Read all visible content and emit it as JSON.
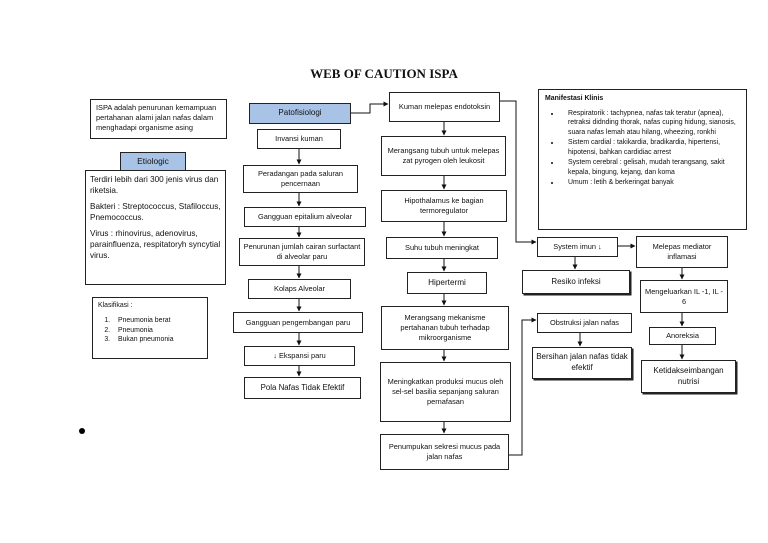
{
  "title": "WEB OF CAUTION ISPA",
  "definition": "ISPA adalah penurunan kemampuan pertahanan alami jalan nafas dalam menghadapi organisme asing",
  "etiologic": {
    "label": "Etiologic",
    "paragraphs": [
      "Terdiri lebih dari 300 jenis virus dan riketsia.",
      "Bakteri : Streptococcus, Stafiloccus, Pnemococcus.",
      "Virus : rhinovirus, adenovirus, parainfluenza, respitatoryh syncytial virus."
    ]
  },
  "klasifikasi": {
    "label": "Klasifikasi :",
    "items": [
      "Pneumonia berat",
      "Pneumonia",
      "Bukan pneumonia"
    ]
  },
  "patofisiologi": {
    "label": "Patofisiologi",
    "steps": [
      "Invansi kuman",
      "Peradangan pada saluran pencernaan",
      "Gangguan epitalium alveolar",
      "Penurunan jumlah cairan surfactant di alveolar paru",
      "Kolaps Alveolar",
      "Gangguan pengembangan paru",
      "↓ Ekspansi paru",
      "Pola Nafas Tidak Efektif"
    ]
  },
  "middle": [
    "Kuman melepas endotoksin",
    "Merangsang tubuh untuk melepas zat pyrogen  oleh leukosit",
    "Hipothalamus ke bagian termoregulator",
    "Suhu tubuh meningkat",
    "Hipertermi",
    "Merangsang mekanisme pertahanan tubuh terhadap mikroorganisme",
    "Meningkatkan produksi mucus oleh sel-sel basilia sepanjang saluran pernafasan",
    "Penumpukan sekresi mucus pada jalan nafas"
  ],
  "right": {
    "system_imun": "System imun ↓",
    "resiko_infeksi": "Resiko infeksi",
    "obstruksi": "Obstruksi jalan nafas",
    "bersihan": "Bersihan jalan nafas tidak efektif",
    "melepas_mediator": "Melepas mediator inflamasi",
    "mengeluarkan": "Mengeluarkan IL -1, IL - 6",
    "anoreksia": "Anoreksia",
    "ketidakseimbangan": "Ketidakseimbangan nutrisi"
  },
  "manifestasi": {
    "label": "Manifestasi Klinis",
    "items": [
      "Respiratorik : tachypnea, nafas tak teratur (apnea), retraksi didnding thorak, nafas cuping hidung, sianosis, suara nafas lemah atau hilang, wheezing, ronkhi",
      "Sistem cardial : takikardia, bradikardia, hipertensi, hipotensi, bahkan cardidiac arrest",
      "System cerebral : gelisah, mudah terangsang, sakit kepala, bingung, kejang, dan koma",
      "Umum : letih & berkeringat banyak"
    ]
  }
}
